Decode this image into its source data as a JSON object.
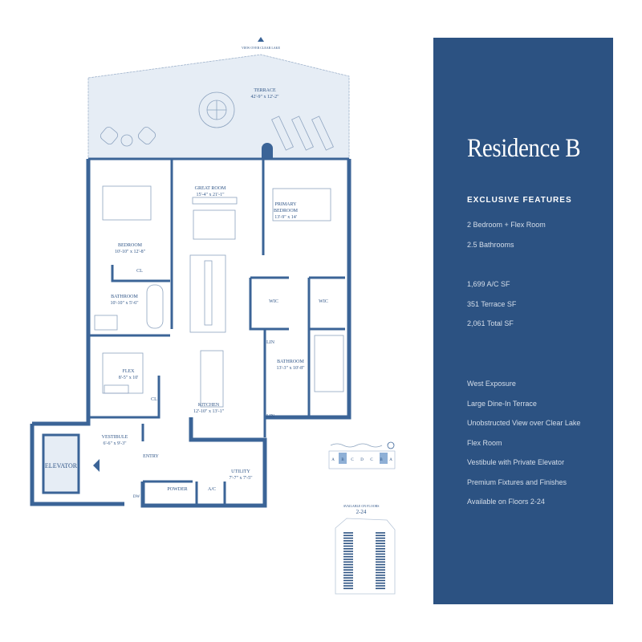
{
  "plan": {
    "view_label": "VIEW OVER CLEAR LAKE",
    "terrace": {
      "name": "TERRACE",
      "dims": "42'-9\" x 12'-2\""
    },
    "great_room": {
      "name": "GREAT ROOM",
      "dims": "15'-4\" x 21'-1\""
    },
    "primary_bedroom": {
      "name1": "PRIMARY",
      "name2": "BEDROOM",
      "dims": "13'-9\" x 14'"
    },
    "bedroom": {
      "name": "BEDROOM",
      "dims": "10'-10\" x 12'-8\""
    },
    "closet1": "CL",
    "bathroom1": {
      "name": "BATHROOM",
      "dims": "10'-10\" x 5'-6\""
    },
    "flex": {
      "name": "FLEX",
      "dims": "8'-5\" x 10'"
    },
    "closet2": "CL",
    "kitchen": {
      "name": "KITCHEN",
      "dims": "12'-10\" x 13'-1\""
    },
    "wic1": "WIC",
    "wic2": "WIC",
    "lin1": "LIN",
    "lin2": "LIN",
    "bathroom2": {
      "name": "BATHROOM",
      "dims": "13'-3\" x 10'-8\""
    },
    "vestibule": {
      "name": "VESTIBULE",
      "dims": "6'-6\" x 9'-3\""
    },
    "entry": "ENTRY",
    "elevator": "ELEVATOR",
    "dw": "DW",
    "powder": "POWDER",
    "ac": "A/C",
    "utility": {
      "name": "UTILITY",
      "dims": "7'-7\" x 7'-5\""
    }
  },
  "keyplan": {
    "units": [
      "A",
      "B",
      "C",
      "D",
      "C",
      "B",
      "A"
    ],
    "highlighted": [
      "B"
    ],
    "floors_label": "AVAILABLE ON FLOORS",
    "floors": "2-24"
  },
  "panel": {
    "title": "Residence B",
    "features_heading": "EXCLUSIVE FEATURES",
    "bedrooms": "2 Bedroom + Flex Room",
    "bathrooms": "2.5 Bathrooms",
    "ac_sf": "1,699 A/C SF",
    "terrace_sf": "351 Terrace SF",
    "total_sf": "2,061 Total SF",
    "bullets": [
      "West Exposure",
      "Large Dine-In Terrace",
      "Unobstructed View over Clear Lake",
      "Flex Room",
      "Vestibule with Private Elevator",
      "Premium Fixtures and Finishes",
      "Available on Floors 2-24"
    ]
  },
  "colors": {
    "panel": "#2c5282",
    "walls": "#3b6497",
    "terrace": "#e6edf5",
    "highlight": "#8fb0d6"
  }
}
